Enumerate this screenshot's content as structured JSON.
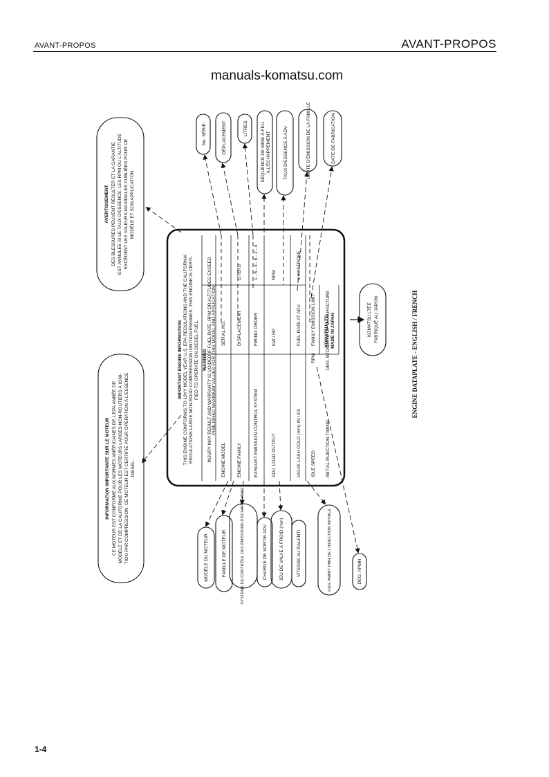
{
  "header": {
    "left_title": "AVANT-PROPOS",
    "right_title": "AVANT-PROPOS"
  },
  "watermark": "manuals-komatsu.com",
  "page_number": "1-4",
  "figure_caption": "ENGINE DATAPLATE - ENGLISH / FRENCH",
  "plate": {
    "title": "IMPORTANT ENGINE INFORMATION",
    "intro": [
      "THIS ENGINE CONFORMS TO 19YY MODEL YEAR U.S. EPA REGULATIONS AND THE CALIFORNIA",
      "REGULATIONS LARGE NON-ROAD COMPRESSION IGNITION ENGINES. THIS ENGINE IS CERTI-",
      "FIED TO OPERATE ON DIESEL FUEL."
    ],
    "warning_title": "WARNING",
    "warning": [
      "INJURY MAY RESULT AND WARRANTY IS VOIDED IF FUEL RATE, RPM OR ALTITUDES EXCEED",
      "PUBLISHED MAXIMUM VALUES FOR THIS MODEL AND APPLICATION."
    ],
    "rows": [
      {
        "left": "ENGINE MODEL",
        "mid": "SERIAL NO.",
        "right": ""
      },
      {
        "left": "ENGINE FAMILY",
        "mid": "DISPLACEMENT",
        "right": "LITERS"
      },
      {
        "left": "EXHAUST EMISSION CONTROL SYSTEM",
        "mid": "FIRING ORDER",
        "right": "1 - 5 - 3 - 6 - 2 - 4"
      },
      {
        "left": "ADV. LOAD OUTPUT",
        "mid": "KW  /  HP",
        "right": "RPM"
      },
      {
        "left": "VALVE LASH COLD (mm)  IN  /  EX",
        "mid": "FUEL RATE AT ADV.",
        "right": "mm³/STROKE"
      },
      {
        "left": "IDLE SPEED",
        "mid": "RPM",
        "right": "FAMILY EMISSION LIMIT"
      },
      {
        "left": "INITIAL INJECTION TIMING",
        "mid": "DEG. BTDC",
        "right": "DATE OF MANUFACTURE"
      }
    ],
    "maker": "KOMATSU LTD.",
    "made_in": "MADE IN JAPAN"
  },
  "callouts_top": [
    "No. SÉRIE",
    "DÉPLACEMENT",
    "LITRES",
    "SÉQUENCE DE MISE À FEU",
    "A L'ÉCHAPPEMENT",
    "TAUX D'ESSENCE À ADV",
    "LIMITE D'ÉMISSION DE LA FAMILLE",
    "DATE DE FABRICATION"
  ],
  "avertissement": {
    "title": "AVERTISSEMENT",
    "lines": [
      "DES BLESSURES PEUVENT RÉSULTER ET LA GARANTIE",
      "EST ANNULÉE SI LE TAUX D'ESSENCE, LES RPM OU L'ALTITUDE",
      "EXCÈDENT LES VALEURS MAXIMALES PUBLIÉES POUR CE",
      "MODÈLE ET SON APPLICATION."
    ]
  },
  "information": {
    "title": "INFORMATION IMPORTANTE SUR LE MOTEUR",
    "lines": [
      "CE MOTEUR EST CONFORME AUX NORMES AMÉRICAINES DE L'EPA ANNÉE DE",
      "MODÈLE ET DE LA CALIFORNIE POUR LES MOTEURS LARGES NON-ROUTIERS À IGNI-",
      "TION PAR COMPRESSION. CE MOTEUR EST CERTIFIÉ POUR OPÉRATION À L'ESSENCE",
      "DIESEL."
    ]
  },
  "komatsu_callout": [
    "KOMATSU LTÉE",
    "FABRIQUÉ AU JAPON"
  ],
  "callouts_bottom": [
    "MODÈLE DU MOTEUR",
    "FAMILLE DE MOTEUR",
    "SYSTÈME DE CONTRÔLE DES ÉMISSIONS D'ÉCHAPPEMENT",
    "CHARGE DE SORTIE ADV",
    "JEU DE VALVE À FROID (mm)",
    "VITESSE AU RALENTI",
    "DEG. AVANT PMH DE L'INJECTION INITIALE",
    "DEG. APMH"
  ]
}
